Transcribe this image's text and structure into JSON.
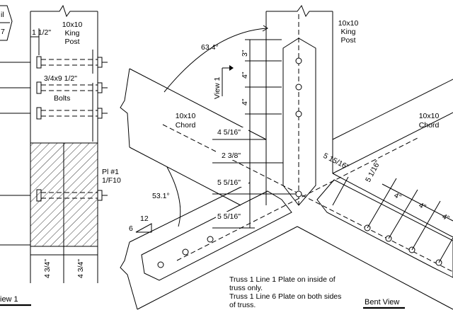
{
  "detail_callout": {
    "line1": "il",
    "line2": "7"
  },
  "left_view": {
    "post_label": [
      "10x10",
      "King",
      "Post"
    ],
    "offset_dim": "1 1/2\"",
    "bolt_spec": "3/4x9 1/2\"",
    "bolts_label": "Bolts",
    "plate_label": [
      "Pl #1",
      "1/F10"
    ],
    "bottom_dims": [
      "4 3/4\"",
      "4 3/4\""
    ],
    "view_title": "iew 1"
  },
  "bent_view": {
    "post_label": [
      "10x10",
      "King",
      "Post"
    ],
    "left_chord_label": [
      "10x10",
      "Chord"
    ],
    "right_chord_label": [
      "10x10",
      "Chord"
    ],
    "angle_top": "63.4°",
    "angle_bottom": "53.1°",
    "view_marker": "View 1",
    "vertical_dims": [
      "3\"",
      "4\"",
      "4\""
    ],
    "left_dims": [
      "4 5/16\"",
      "2 3/8\"",
      "5 5/16\"",
      "5 5/16\""
    ],
    "right_dims": [
      "5 15/16\"",
      "5 1/16\""
    ],
    "diagonal_dims": [
      "4\"",
      "4\"",
      "4\""
    ],
    "slope": {
      "rise": "12",
      "run": "6"
    },
    "notes": [
      "Truss 1 Line 1 Plate on inside of",
      "truss only.",
      "Truss 1 Line 6 Plate on both sides",
      "of truss."
    ],
    "view_title": "Bent View"
  }
}
